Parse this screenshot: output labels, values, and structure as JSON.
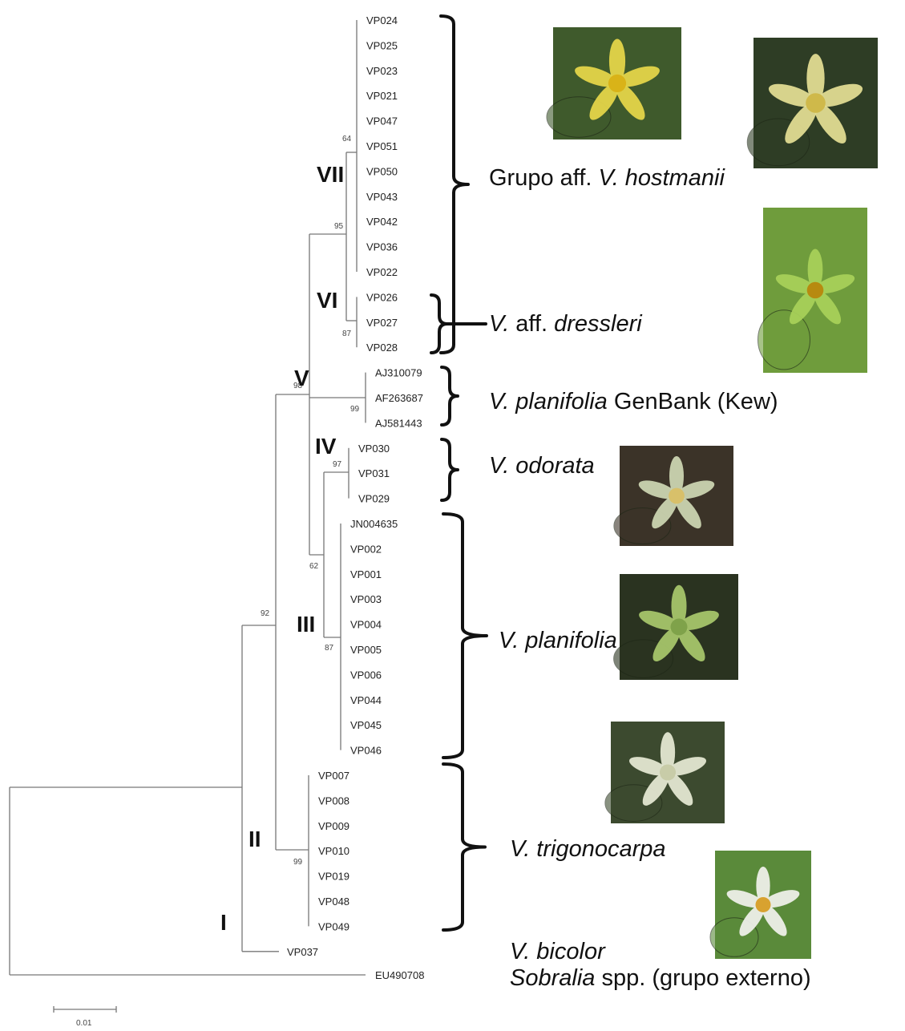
{
  "colors": {
    "branch": "#777777",
    "text": "#111111",
    "leaf_text": "#222222",
    "bootstrap_text": "#444444"
  },
  "leaves": [
    "VP024",
    "VP025",
    "VP023",
    "VP021",
    "VP047",
    "VP051",
    "VP050",
    "VP043",
    "VP042",
    "VP036",
    "VP022",
    "VP026",
    "VP027",
    "VP028",
    "AJ310079",
    "AF263687",
    "AJ581443",
    "VP030",
    "VP031",
    "VP029",
    "JN004635",
    "VP002",
    "VP001",
    "VP003",
    "VP004",
    "VP005",
    "VP006",
    "VP044",
    "VP045",
    "VP046",
    "VP007",
    "VP008",
    "VP009",
    "VP010",
    "VP019",
    "VP048",
    "VP049",
    "VP037",
    "EU490708"
  ],
  "bootstrap_values": [
    "64",
    "95",
    "87",
    "98",
    "99",
    "97",
    "62",
    "87",
    "92",
    "99"
  ],
  "clade_numerals": [
    "VII",
    "VI",
    "V",
    "IV",
    "III",
    "II",
    "I"
  ],
  "groups": [
    {
      "prefix": "Grupo aff. ",
      "italic": "V. hostmanii",
      "suffix": ""
    },
    {
      "prefix": "",
      "italic": "V.",
      "suffix": " aff. ",
      "italic2": "dressleri"
    },
    {
      "prefix": "",
      "italic": "V. planifolia",
      "suffix": " GenBank (Kew)"
    },
    {
      "prefix": "",
      "italic": "V. odorata",
      "suffix": ""
    },
    {
      "prefix": "",
      "italic": "V. planifolia",
      "suffix": ""
    },
    {
      "prefix": "",
      "italic": "V. trigonocarpa",
      "suffix": ""
    },
    {
      "prefix": "",
      "italic": "V. bicolor",
      "suffix": ""
    },
    {
      "prefix": "",
      "italic": "Sobralia",
      "suffix": " spp. (grupo externo)"
    }
  ],
  "photos": [
    {
      "icon": "yellow-orchid-flower-photo",
      "bg": "#3f5a2c",
      "petal": "#e8d84a",
      "center": "#d9b318"
    },
    {
      "icon": "yellow-orchid-in-forest-photo",
      "bg": "#2e3d25",
      "petal": "#e6df95",
      "center": "#cfb94a"
    },
    {
      "icon": "green-yellow-orchid-closeup-photo",
      "bg": "#6f9c3c",
      "petal": "#a8d15a",
      "center": "#b78a10"
    },
    {
      "icon": "pale-orchid-flower-photo",
      "bg": "#3b3328",
      "petal": "#cfd8b4",
      "center": "#d8c06a"
    },
    {
      "icon": "green-orchid-flower-photo",
      "bg": "#2a3320",
      "petal": "#a9c96d",
      "center": "#7fa24a"
    },
    {
      "icon": "white-hanging-orchid-photo",
      "bg": "#3c4a2f",
      "petal": "#e8ead6",
      "center": "#c8cca8"
    },
    {
      "icon": "bicolor-orchid-photo",
      "bg": "#5a8a3a",
      "petal": "#f2f2ee",
      "center": "#d8a230"
    }
  ],
  "scale_label": "0.01"
}
